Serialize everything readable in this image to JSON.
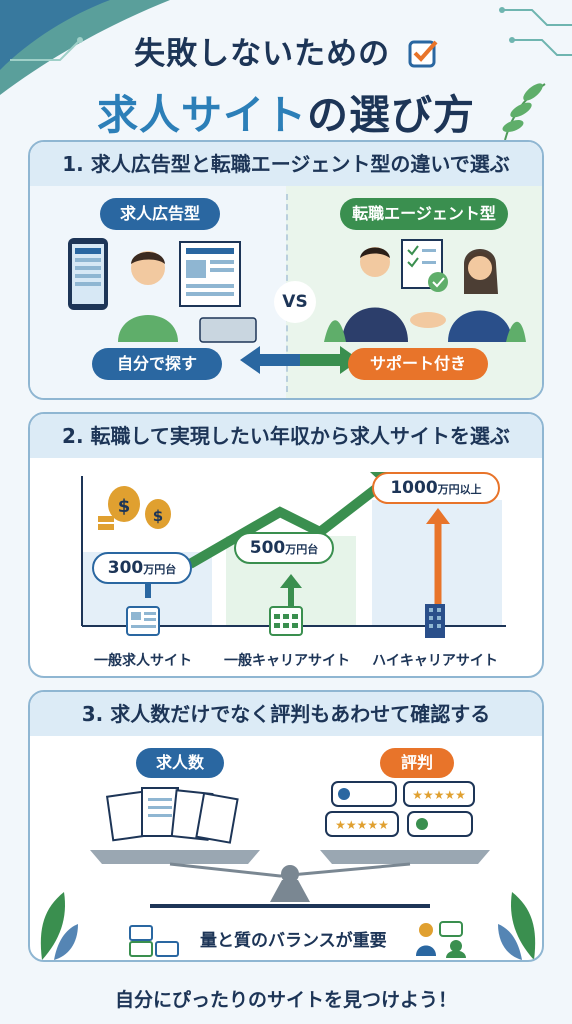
{
  "title": {
    "line1": "失敗しないための",
    "line2_highlight": "求人サイト",
    "line2_rest": "の選び方"
  },
  "section1": {
    "heading": "1. 求人広告型と転職エージェント型の違いで選ぶ",
    "left_label": "求人広告型",
    "right_label": "転職エージェント型",
    "vs": "VS",
    "left_action": "自分で探す",
    "right_action": "サポート付き"
  },
  "section2": {
    "heading": "2. 転職して実現したい年収から求人サイトを選ぶ",
    "tiers": [
      {
        "site": "一般求人サイト",
        "salary_num": "300",
        "salary_unit": "万円台"
      },
      {
        "site": "一般キャリアサイト",
        "salary_num": "500",
        "salary_unit": "万円台"
      },
      {
        "site": "ハイキャリアサイト",
        "salary_num": "1000",
        "salary_unit": "万円以上"
      }
    ]
  },
  "section3": {
    "heading": "3. 求人数だけでなく評判もあわせて確認する",
    "left_label": "求人数",
    "right_label": "評判",
    "balance": "量と質のバランスが重要"
  },
  "footer": "自分にぴったりのサイトを見つけよう！",
  "colors": {
    "navy": "#1d3557",
    "blue": "#2a67a1",
    "green": "#3a8f4f",
    "orange": "#e8742a"
  }
}
